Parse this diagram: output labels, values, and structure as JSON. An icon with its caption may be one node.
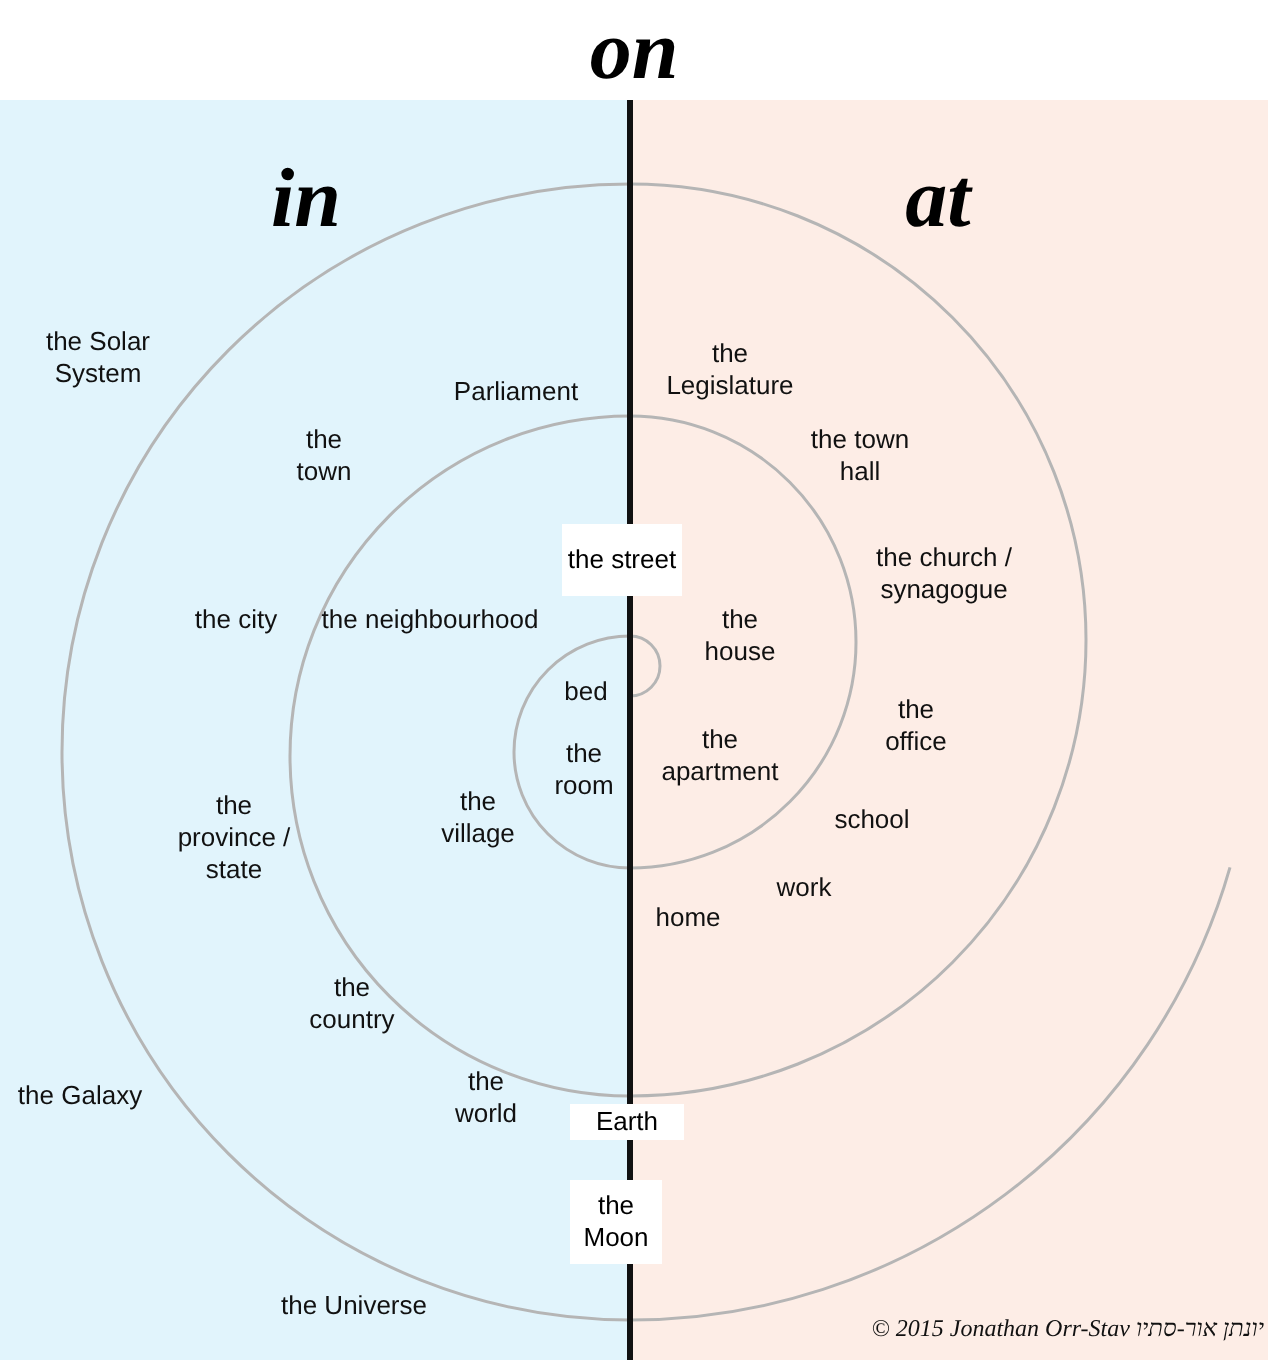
{
  "diagram": {
    "title": "on",
    "caption": "© 2015 Jonathan Orr-Stav יונתן אור-סתיו",
    "nodes": [
      {
        "text": [
          "the street"
        ]
      },
      {
        "text": [
          "Earth"
        ]
      },
      {
        "text": [
          "the Moon"
        ]
      }
    ],
    "labels": [
      "in",
      "at",
      "the Solar System",
      "the Legislature",
      "Parliament",
      "the town",
      "the town hall",
      "the church / synagogue",
      "the city",
      "the neighbourhood",
      "the house",
      "bed",
      "the office",
      "the room",
      "the apartment",
      "the province / state",
      "the village",
      "school",
      "work",
      "home",
      "the country",
      "the Galaxy",
      "the world",
      "the Universe"
    ]
  }
}
